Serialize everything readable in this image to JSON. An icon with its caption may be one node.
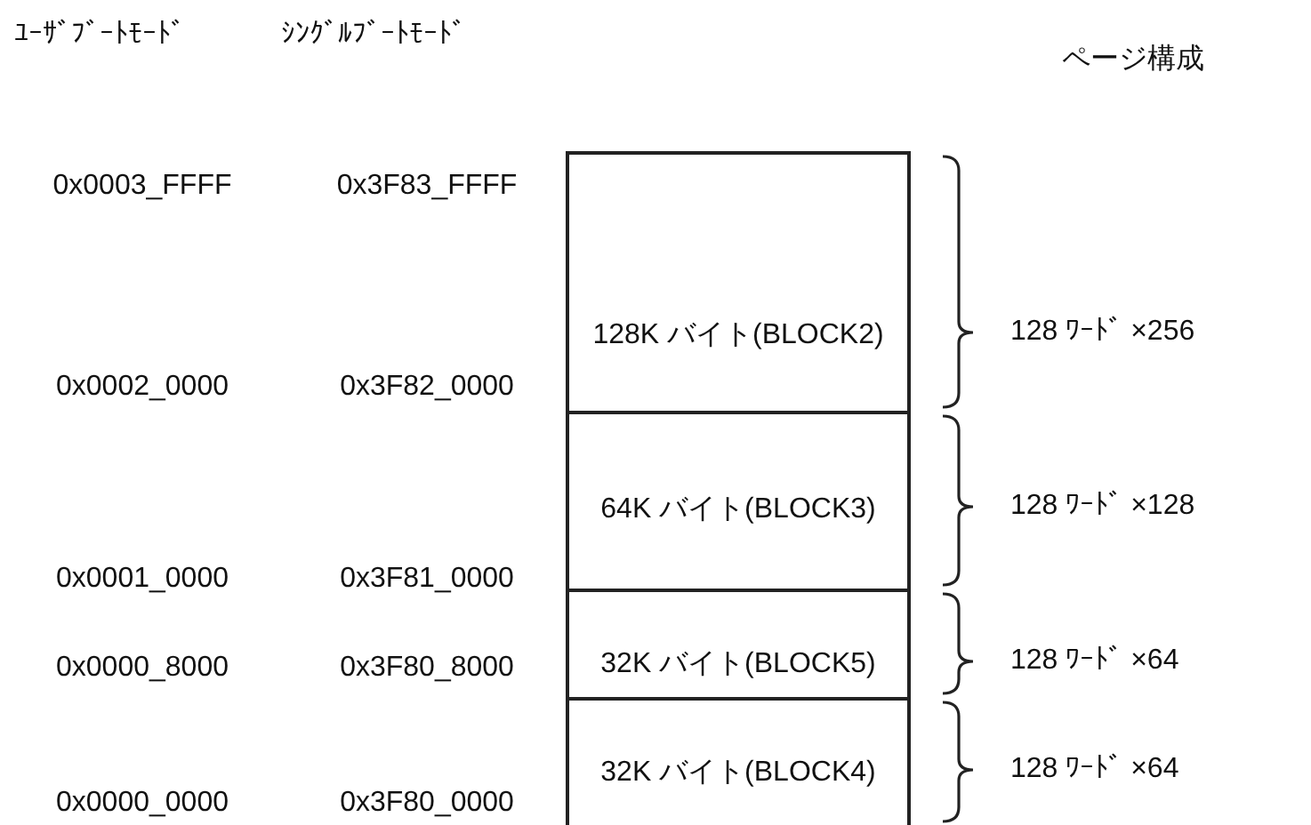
{
  "diagram": {
    "nodes": [
      {
        "text": [
          "128K バイト(BLOCK2)"
        ],
        "beside": [
          "128 ﾜｰﾄﾞ ×256"
        ]
      },
      {
        "text": [
          "64K バイト(BLOCK3)"
        ],
        "beside": [
          "128 ﾜｰﾄﾞ ×128"
        ]
      },
      {
        "text": [
          "32K バイト(BLOCK5)"
        ],
        "beside": [
          "128 ﾜｰﾄﾞ ×64"
        ]
      },
      {
        "text": [
          "32K バイト(BLOCK4)"
        ],
        "beside": [
          "128 ﾜｰﾄﾞ ×64"
        ]
      }
    ],
    "edges": [],
    "labels": [
      "ﾕｰｻﾞﾌﾞｰﾄﾓｰﾄﾞ",
      "ｼﾝｸﾞﾙﾌﾞｰﾄﾓｰﾄﾞ",
      "ページ構成",
      "0x0003_FFFF",
      "0x3F83_FFFF",
      "0x0002_0000",
      "0x3F82_0000",
      "0x0001_0000",
      "0x3F81_0000",
      "0x0000_8000",
      "0x3F80_8000",
      "0x0000_0000",
      "0x3F80_0000"
    ]
  }
}
